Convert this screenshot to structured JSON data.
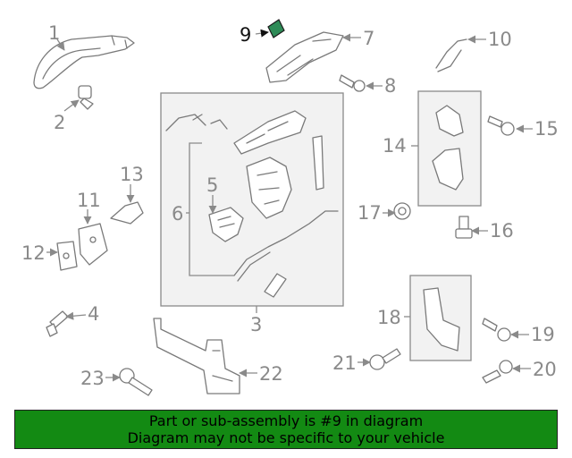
{
  "diagram": {
    "highlight_color": "#2e8b57",
    "callouts": [
      {
        "id": "1",
        "label": "1"
      },
      {
        "id": "2",
        "label": "2"
      },
      {
        "id": "3",
        "label": "3"
      },
      {
        "id": "4",
        "label": "4"
      },
      {
        "id": "5",
        "label": "5"
      },
      {
        "id": "6",
        "label": "6"
      },
      {
        "id": "7",
        "label": "7"
      },
      {
        "id": "8",
        "label": "8"
      },
      {
        "id": "9",
        "label": "9",
        "highlighted": true
      },
      {
        "id": "10",
        "label": "10"
      },
      {
        "id": "11",
        "label": "11"
      },
      {
        "id": "12",
        "label": "12"
      },
      {
        "id": "13",
        "label": "13"
      },
      {
        "id": "14",
        "label": "14"
      },
      {
        "id": "15",
        "label": "15"
      },
      {
        "id": "16",
        "label": "16"
      },
      {
        "id": "17",
        "label": "17"
      },
      {
        "id": "18",
        "label": "18"
      },
      {
        "id": "19",
        "label": "19"
      },
      {
        "id": "20",
        "label": "20"
      },
      {
        "id": "21",
        "label": "21"
      },
      {
        "id": "22",
        "label": "22"
      },
      {
        "id": "23",
        "label": "23"
      }
    ]
  },
  "banner": {
    "line1": "Part or sub-assembly is #9 in diagram",
    "line2": "Diagram may not be specific to your vehicle",
    "bg_color": "#138a13"
  }
}
